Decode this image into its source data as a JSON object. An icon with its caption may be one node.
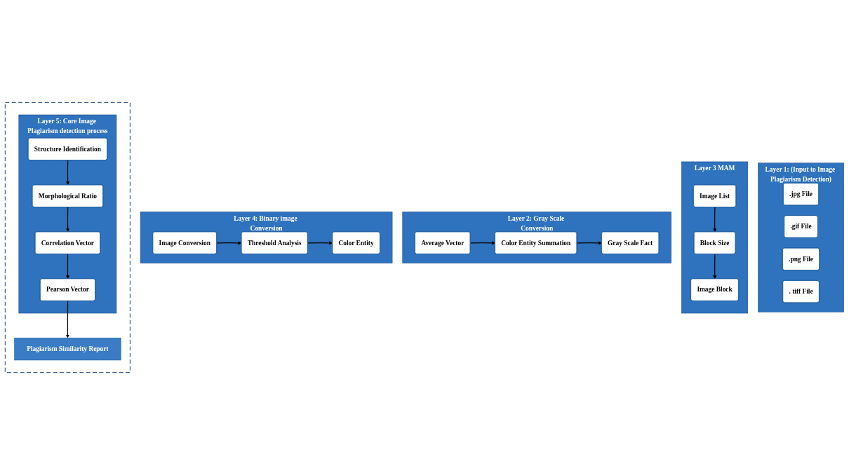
{
  "diagram": {
    "nodes": [
      {
        "text": [
          "Layer 1: (Input to Image Plagiarism Detection)"
        ]
      },
      {
        "text": [
          ".jpg File"
        ],
        "in": 0
      },
      {
        "text": [
          ".gif File"
        ],
        "in": 0
      },
      {
        "text": [
          ".png File"
        ],
        "in": 0
      },
      {
        "text": [
          ". tiff File"
        ],
        "in": 0
      },
      {
        "text": [
          "Layer 3 MAM"
        ]
      },
      {
        "text": [
          "Image List"
        ],
        "in": 5
      },
      {
        "text": [
          "Block Size"
        ],
        "in": 5
      },
      {
        "text": [
          "Image Block"
        ],
        "in": 5
      },
      {
        "text": [
          "Layer 2: Gray Scale Conversion"
        ]
      },
      {
        "text": [
          "Average Vector"
        ],
        "in": 9
      },
      {
        "text": [
          "Color Entity Summation"
        ],
        "in": 9
      },
      {
        "text": [
          "Gray Scale Fact"
        ],
        "in": 9
      },
      {
        "text": [
          "Layer 4: Binary image Conversion"
        ]
      },
      {
        "text": [
          "Color Entity"
        ],
        "in": 13
      },
      {
        "text": [
          "Threshold Analysis"
        ],
        "in": 13
      },
      {
        "text": [
          "Image Conversion"
        ],
        "in": 13
      },
      {
        "text": [],
        "shape": "box"
      },
      {
        "text": [
          "Layer 5: Core Image Plagiarism detection process"
        ],
        "in": 17
      },
      {
        "text": [
          "Correlation Vector"
        ],
        "in": 18
      },
      {
        "text": [
          "Morphological Ratio"
        ],
        "in": 18
      },
      {
        "text": [
          "Structure Identification"
        ],
        "in": 18
      },
      {
        "text": [
          "Pearson Vector"
        ],
        "in": 18
      },
      {
        "text": [
          "Plagiarism Similarity Report"
        ],
        "in": 17
      }
    ],
    "edges": [
      {
        "from": 6,
        "to": 7,
        "arrow": "to"
      },
      {
        "from": 7,
        "to": 8,
        "arrow": "to"
      },
      {
        "from": 10,
        "to": 11,
        "arrow": "to"
      },
      {
        "from": 11,
        "to": 12,
        "arrow": "to"
      },
      {
        "from": 16,
        "to": 15,
        "arrow": "to"
      },
      {
        "from": 15,
        "to": 14,
        "arrow": "to"
      },
      {
        "from": 21,
        "to": 20,
        "arrow": "to"
      },
      {
        "from": 20,
        "to": 19,
        "arrow": "to"
      },
      {
        "from": 19,
        "to": 22,
        "arrow": "to"
      },
      {
        "from": 22,
        "to": 23,
        "arrow": "to"
      }
    ]
  }
}
